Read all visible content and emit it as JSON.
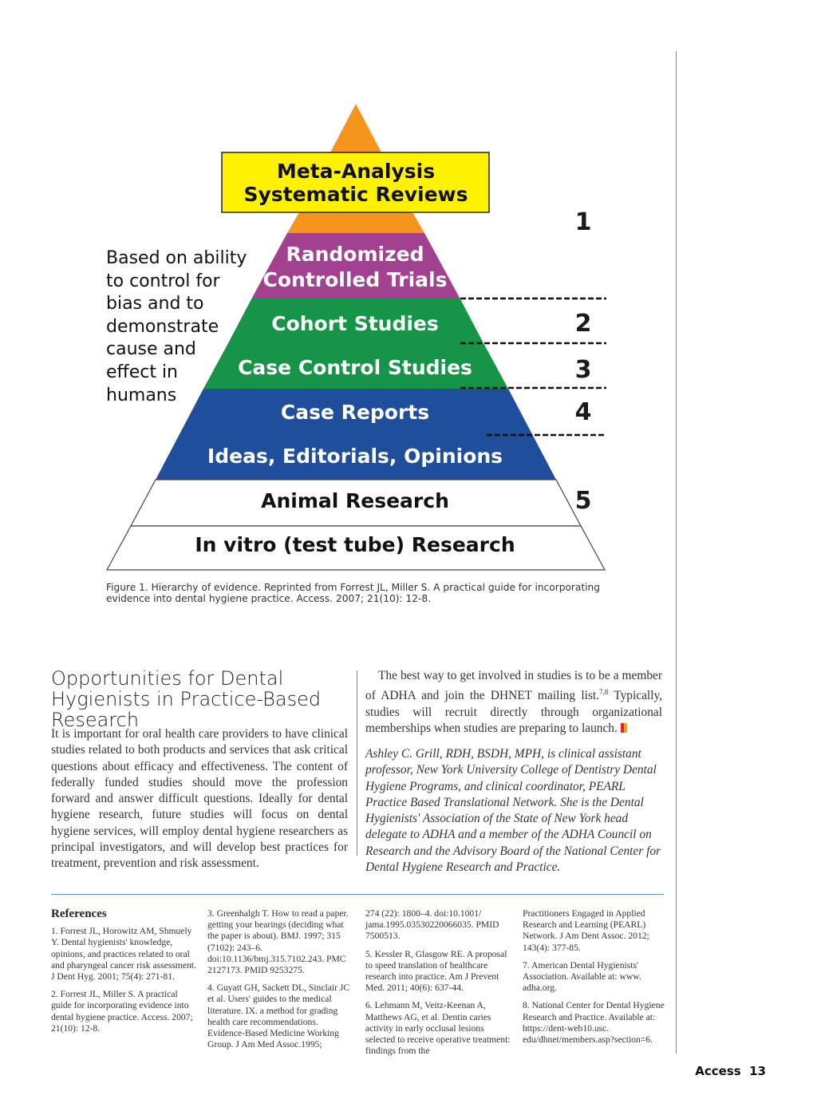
{
  "figure": {
    "levels": [
      {
        "line1": "Meta-Analysis",
        "line2": "Systematic Reviews"
      },
      {
        "line1": "Randomized",
        "line2": "Controlled Trials"
      },
      {
        "label": "Cohort Studies"
      },
      {
        "label": "Case Control Studies"
      },
      {
        "label": "Case Reports"
      },
      {
        "label": "Ideas, Editorials, Opinions"
      },
      {
        "label": "Animal Research"
      },
      {
        "label": "In vitro (test tube) Research"
      }
    ],
    "ranks": [
      "1",
      "2",
      "3",
      "4",
      "5"
    ],
    "side_note": "Based on ability to control for bias and to demonstrate cause and effect in humans",
    "caption": "Figure 1. Hierarchy of evidence. Reprinted from Forrest JL, Miller S. A practical guide for incorporating evidence into dental hygiene practice. Access. 2007; 21(10): 12-8.",
    "colors": {
      "apex": "#f7941d",
      "top": "#fff200",
      "rct": "#a2418f",
      "green": "#169447",
      "blue": "#1f4e9c"
    }
  },
  "article": {
    "heading": "Opportunities for Dental Hygienists in Practice-Based Research",
    "left_paragraph": "It is important for oral health care providers to have clinical studies related to both products and services that ask critical questions about efficacy and effectiveness. The content of federally funded studies should move the profession forward and answer difficult questions. Ideally for dental hygiene research, future studies will focus on dental hygiene services, will employ dental hygiene researchers as principal investigators, and will develop best practices for treatment, prevention and risk assessment.",
    "right_paragraph_a": "The best way to get involved in studies is to be a member of ADHA and join the DHNET mailing list.",
    "right_superscript": "7,8",
    "right_paragraph_b": " Typically, studies will recruit directly through organizational memberships when studies are preparing to launch.",
    "bio": "Ashley C. Grill, RDH, BSDH, MPH, is clinical assistant professor, New York University College of Dentistry Dental Hygiene Programs, and clinical coordinator, PEARL Practice Based Translational Network. She is the Dental Hygienists' Association of the State of New York head delegate to ADHA and a member of the ADHA Council on Research and the Advisory Board of the National Center for Dental Hygiene Research and Practice."
  },
  "references": {
    "title": "References",
    "col1": [
      "1. Forrest JL, Horowitz AM, Shmuely Y. Dental hygienists' knowledge, opinions, and practices related to oral and pharyngeal cancer risk assessment. J Dent Hyg. 2001; 75(4): 271-81.",
      "2. Forrest JL, Miller S. A practical guide for incorporating evidence into dental hygiene practice. Access. 2007; 21(10): 12-8."
    ],
    "col2": [
      "3. Greenhalgh T. How to read a paper. getting your bearings (deciding what the paper is about). BMJ. 1997; 315 (7102): 243–6. doi:10.1136/bmj.315.7102.243. PMC 2127173. PMID 9253275.",
      "4. Guyatt GH, Sackett DL, Sinclair JC et al. Users' guides to the medical literature. IX. a method for grading health care recommendations. Evidence-Based Medicine Working Group. J Am Med Assoc.1995;"
    ],
    "col3": [
      "274 (22): 1800–4. doi:10.1001/ jama.1995.03530220066035. PMID 7500513.",
      "5. Kessler R, Glasgow RE. A proposal to speed translation of healthcare research into practice. Am J Prevent Med. 2011; 40(6): 637-44.",
      "6. Lehmann M, Veitz-Keenan A, Matthews AG, et al. Dentin caries activity in early occlusal lesions selected to receive operative treatment: findings from the"
    ],
    "col4": [
      "Practitioners Engaged in Applied Research and Learning (PEARL) Network. J Am Dent Assoc. 2012; 143(4): 377-85.",
      "7. American Dental Hygienists' Association. Available at: www. adha.org.",
      "8. National Center for Dental Hygiene Research and Practice. Available at: https://dent-web10.usc. edu/dhnet/members.asp?section=6."
    ]
  },
  "footer": {
    "publication": "Access",
    "page": "13"
  }
}
